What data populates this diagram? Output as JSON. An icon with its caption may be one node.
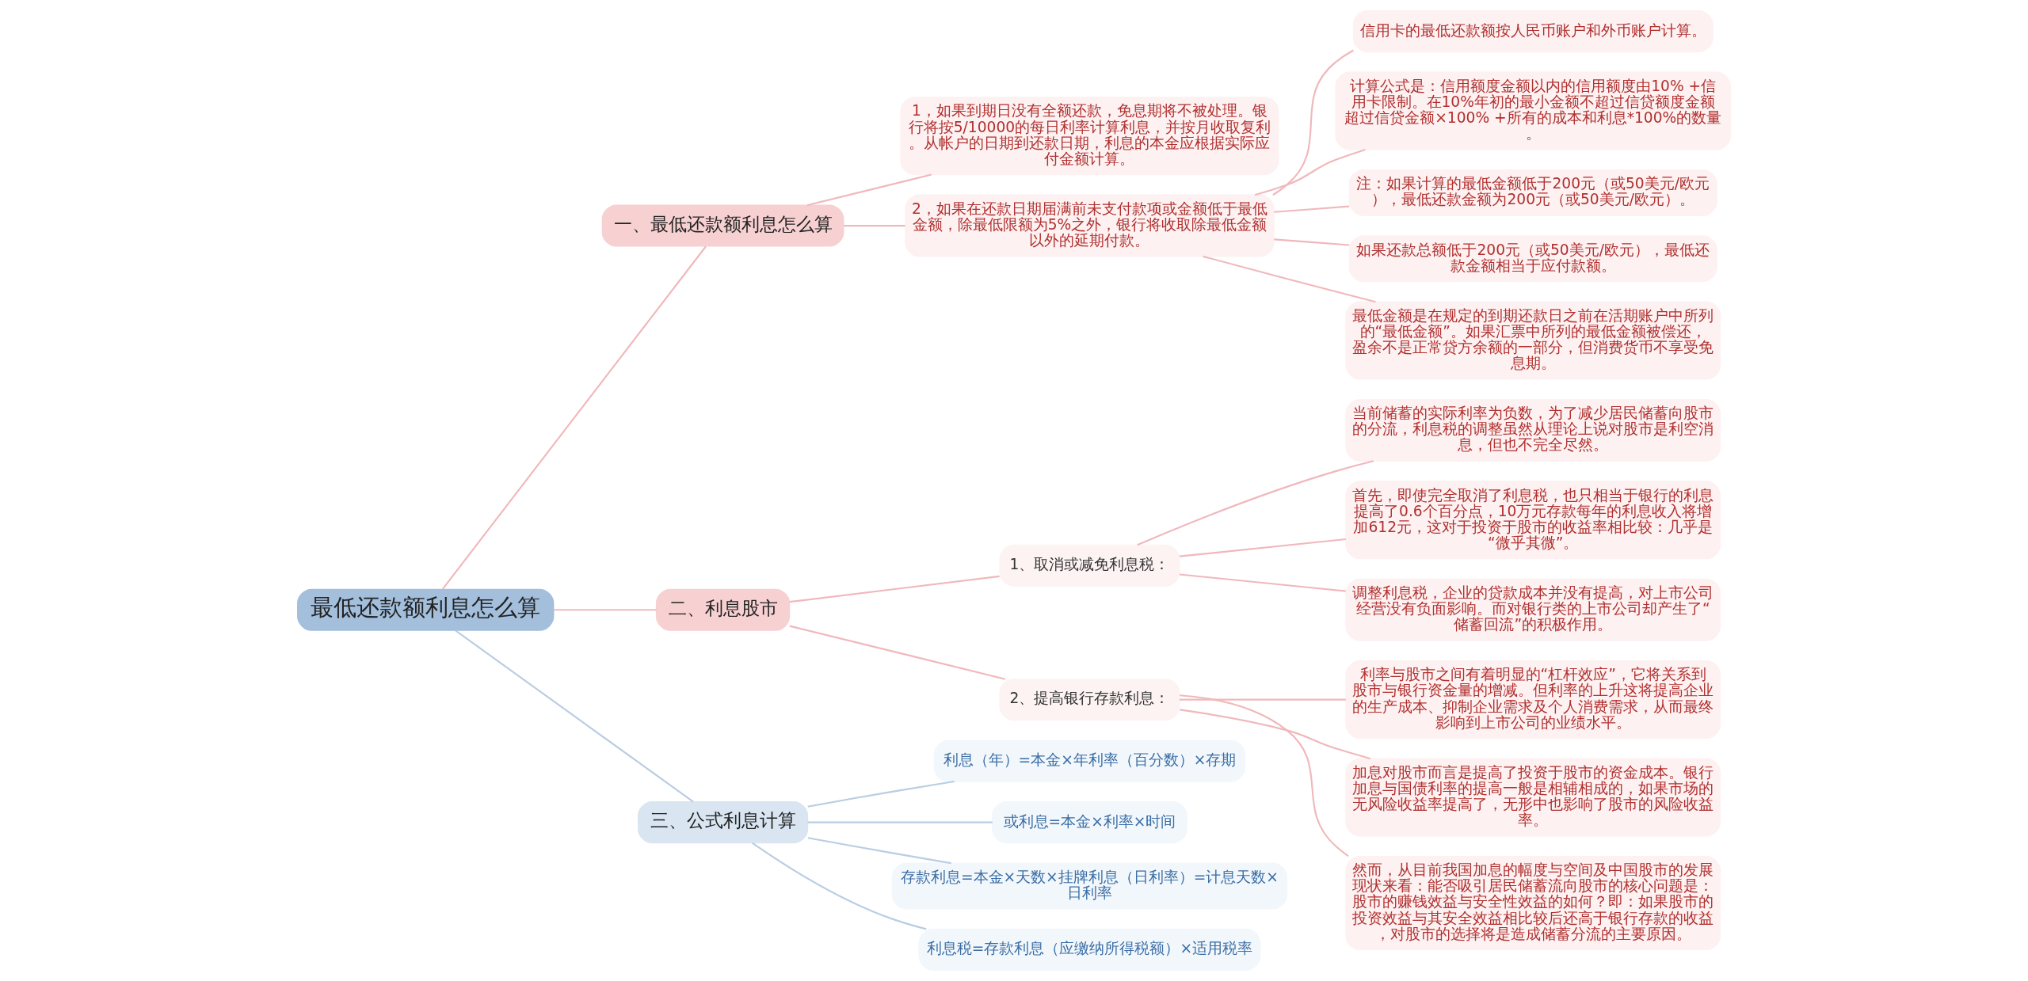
{
  "diagram": {
    "nodes": [
      {
        "text": [
          "最低还款额利息怎么算"
        ]
      },
      {
        "text": [
          "一、最低还款额利息怎么算"
        ]
      },
      {
        "text": [
          "1，如果到期日没有全额还款，免息期将不被处理。银行将按5/10000的每日利率计算利息，并按月收取复利。从帐户的日期到还款日期，利息的本金应根据实际应付金额计算。"
        ]
      },
      {
        "text": [
          "2，如果在还款日期届满前未支付款项或金额低于最低金额，除最低限额为5%之外，银行将收取除最低金额以外的延期付款。"
        ]
      },
      {
        "text": [
          "信用卡的最低还款额按人民币账户和外币账户计算。"
        ]
      },
      {
        "text": [
          "计算公式是：信用额度金额以内的信用额度由10% +信用卡限制。在10%年初的最小金额不超过信贷额度金额超过信贷金额×100% +所有的成本和利息*100%的数量。"
        ]
      },
      {
        "text": [
          "注：如果计算的最低金额低于200元（或50美元/欧元），最低还款金额为200元（或50美元/欧元）。"
        ]
      },
      {
        "text": [
          "如果还款总额低于200元（或50美元/欧元），最低还款金额相当于应付款额。"
        ]
      },
      {
        "text": [
          "最低金额是在规定的到期还款日之前在活期账户中所列的“最低金额”。如果汇票中所列的最低金额被偿还，盈余不是正常贷方余额的一部分，但消费货币不享受免息期。"
        ]
      },
      {
        "text": [
          "二、利息股市"
        ]
      },
      {
        "text": [
          "1、取消或减免利息税："
        ]
      },
      {
        "text": [
          "当前储蓄的实际利率为负数，为了减少居民储蓄向股市的分流，利息税的调整虽然从理论上说对股市是利空消息，但也不完全尽然。"
        ]
      },
      {
        "text": [
          "首先，即使完全取消了利息税，也只相当于银行的利息提高了0.6个百分点，10万元存款每年的利息收入将增加612元，这对于投资于股市的收益率相比较：几乎是“微乎其微”。"
        ]
      },
      {
        "text": [
          "调整利息税，企业的贷款成本并没有提高，对上市公司经营没有负面影响。而对银行类的上市公司却产生了“储蓄回流”的积极作用。"
        ]
      },
      {
        "text": [
          "2、提高银行存款利息："
        ]
      },
      {
        "text": [
          "利率与股市之间有着明显的“杠杆效应”，它将关系到股市与银行资金量的增减。但利率的上升这将提高企业的生产成本、抑制企业需求及个人消费需求，从而最终影响到上市公司的业绩水平。"
        ]
      },
      {
        "text": [
          "加息对股市而言是提高了投资于股市的资金成本。银行加息与国债利率的提高一般是相辅相成的，如果市场的无风险收益率提高了，无形中也影响了股市的风险收益率。"
        ]
      },
      {
        "text": [
          "然而，从目前我国加息的幅度与空间及中国股市的发展现状来看：能否吸引居民储蓄流向股市的核心问题是：股市的赚钱效益与安全性效益的如何？即：如果股市的投资效益与其安全效益相比较后还高于银行存款的收益，对股市的选择将是造成储蓄分流的主要原因。"
        ]
      },
      {
        "text": [
          "三、公式利息计算"
        ]
      },
      {
        "text": [
          "利息（年）=本金×年利率（百分数）×存期"
        ]
      },
      {
        "text": [
          "或利息=本金×利率×时间"
        ]
      },
      {
        "text": [
          "存款利息=本金×天数×挂牌利息（日利率）=计息天数×日利率"
        ]
      },
      {
        "text": [
          "利息税=存款利息（应缴纳所得税额）×适用税率"
        ]
      }
    ],
    "edges": [
      {
        "from": 0,
        "to": 1,
        "arrow": "none"
      },
      {
        "from": 1,
        "to": 2,
        "arrow": "none"
      },
      {
        "from": 1,
        "to": 3,
        "arrow": "none"
      },
      {
        "from": 3,
        "to": 4,
        "arrow": "none"
      },
      {
        "from": 3,
        "to": 5,
        "arrow": "none"
      },
      {
        "from": 3,
        "to": 6,
        "arrow": "none"
      },
      {
        "from": 3,
        "to": 7,
        "arrow": "none"
      },
      {
        "from": 3,
        "to": 8,
        "arrow": "none"
      },
      {
        "from": 0,
        "to": 9,
        "arrow": "none"
      },
      {
        "from": 9,
        "to": 10,
        "arrow": "none"
      },
      {
        "from": 10,
        "to": 11,
        "arrow": "none"
      },
      {
        "from": 10,
        "to": 12,
        "arrow": "none"
      },
      {
        "from": 10,
        "to": 13,
        "arrow": "none"
      },
      {
        "from": 9,
        "to": 14,
        "arrow": "none"
      },
      {
        "from": 14,
        "to": 15,
        "arrow": "none"
      },
      {
        "from": 14,
        "to": 16,
        "arrow": "none"
      },
      {
        "from": 14,
        "to": 17,
        "arrow": "none"
      },
      {
        "from": 0,
        "to": 18,
        "arrow": "none",
        "color": "#b9cde2"
      },
      {
        "from": 18,
        "to": 19,
        "arrow": "none",
        "color": "#b9cde2"
      },
      {
        "from": 18,
        "to": 20,
        "arrow": "none",
        "color": "#b9cde2"
      },
      {
        "from": 18,
        "to": 21,
        "arrow": "none",
        "color": "#b9cde2"
      },
      {
        "from": 18,
        "to": 22,
        "arrow": "none",
        "color": "#b9cde2"
      }
    ]
  }
}
